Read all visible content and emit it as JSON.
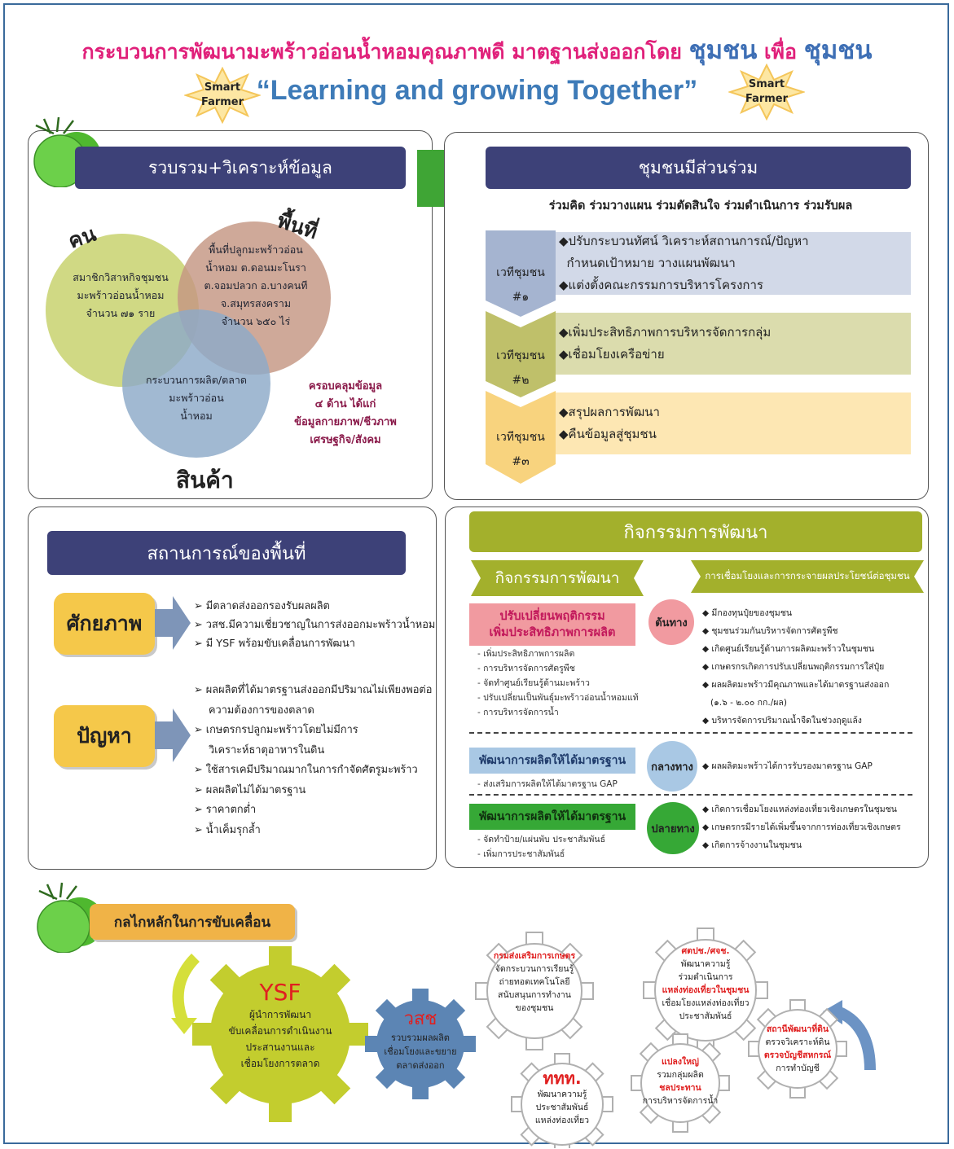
{
  "title": {
    "line1_prefix": "กระบวนการพัฒนามะพร้าวอ่อนน้ำหอมคุณภาพดี มาตฐานส่งออกโดย",
    "line1_community1": "ชุมชน",
    "line1_for": "เพื่อ",
    "line1_community2": "ชุมชน",
    "line2": "“Learning and growing Together”"
  },
  "smart_farmer": {
    "line1": "Smart",
    "line2": "Farmer"
  },
  "panel_collect": {
    "header": "รวบรวม+วิเคราะห์ข้อมูล",
    "label_people": "คน",
    "label_area": "พื้นที่",
    "label_product": "สินค้า",
    "people_text": [
      "สมาชิกวิสาหกิจชุมชน",
      "มะพร้าวอ่อนน้ำหอม",
      "จำนวน ๗๑ ราย"
    ],
    "area_text": [
      "พื้นที่ปลูกมะพร้าวอ่อน",
      "น้ำหอม ต.ดอนมะโนรา",
      "ต.จอมปลวก อ.บางคนที",
      "จ.สมุทรสงคราม",
      "จำนวน ๖๕๐ ไร่"
    ],
    "product_text": [
      "กระบวนการผลิต/ตลาด",
      "มะพร้าวอ่อน",
      "น้ำหอม"
    ],
    "coverage_text": [
      "ครอบคลุมข้อมูล",
      "๔ ด้าน ได้แก่",
      "ข้อมูลกายภาพ/ชีวภาพ",
      "เศรษฐกิจ/สังคม"
    ]
  },
  "panel_participation": {
    "header": "ชุมชนมีส่วนร่วม",
    "subtitle": "ร่วมคิด ร่วมวางแผน ร่วมตัดสินใจ ร่วมดำเนินการ ร่วมรับผล",
    "stages": [
      {
        "label": "เวทีชุมชน",
        "num": "#๑",
        "items": [
          "◆ปรับกระบวนทัศน์ วิเคราะห์สถานการณ์/ปัญหา",
          "  กำหนดเป้าหมาย วางแผนพัฒนา",
          "◆แต่งตั้งคณะกรรมการบริหารโครงการ"
        ]
      },
      {
        "label": "เวทีชุมชน",
        "num": "#๒",
        "items": [
          "◆เพิ่มประสิทธิภาพการบริหารจัดการกลุ่ม",
          "◆เชื่อมโยงเครือข่าย"
        ]
      },
      {
        "label": "เวทีชุมชน",
        "num": "#๓",
        "items": [
          "◆สรุปผลการพัฒนา",
          "◆คืนข้อมูลสู่ชุมชน"
        ]
      }
    ]
  },
  "panel_situation": {
    "header": "สถานการณ์ของพื้นที่",
    "potential_label": "ศักยภาพ",
    "potential_items": [
      "มีตลาดส่งออกรองรับผลผลิต",
      "วสช.มีความเชี่ยวชาญในการส่งออกมะพร้าวน้ำหอม",
      "มี YSF พร้อมขับเคลื่อนการพัฒนา"
    ],
    "problem_label": "ปัญหา",
    "problem_items": [
      "ผลผลิตที่ได้มาตรฐานส่งออกมีปริมาณไม่เพียงพอต่อ",
      "ความต้องการของตลาด",
      "เกษตรกรปลูกมะพร้าวโดยไม่มีการ",
      "วิเคราะห์ธาตุอาหารในดิน",
      "ใช้สารเคมีปริมาณมากในการกำจัดศัตรูมะพร้าว",
      "ผลผลิตไม่ได้มาตรฐาน",
      "ราคาตกต่ำ",
      "น้ำเค็มรุกล้ำ"
    ]
  },
  "panel_activities": {
    "header": "กิจกรรมการพัฒนา",
    "left_header": "กิจกรรมการพัฒนา",
    "right_header": "การเชื่อมโยงและการกระจายผลประโยชน์ต่อชุมชน",
    "upstream": {
      "tag": "ต้นทาง",
      "box_line1": "ปรับเปลี่ยนพฤติกรรม",
      "box_line2": "เพิ่มประสิทธิภาพการผลิต",
      "subs": [
        "- เพิ่มประสิทธิภาพการผลิต",
        "- การบริหารจัดการศัตรูพืช",
        "- จัดทำศูนย์เรียนรู้ด้านมะพร้าว",
        "- ปรับเปลี่ยนเป็นพันธุ์มะพร้าวอ่อนน้ำหอมแท้",
        "- การบริหารจัดการน้ำ"
      ],
      "benefits": [
        "◆ มีกองทุนปุ๋ยของชุมชน",
        "◆ ชุมชนร่วมกันบริหารจัดการศัตรูพืช",
        "◆ เกิดศูนย์เรียนรู้ด้านการผลิตมะพร้าวในชุมชน",
        "◆ เกษตรกรเกิดการปรับเปลี่ยนพฤติกรรมการใส่ปุ๋ย",
        "◆ ผลผลิตมะพร้าวมีคุณภาพและได้มาตรฐานส่งออก",
        "   (๑.๖ - ๒.๐๐ กก./ผล)",
        "◆ บริหารจัดการปริมาณน้ำจืดในช่วงฤดูแล้ง"
      ]
    },
    "midstream": {
      "tag": "กลางทาง",
      "box": "พัฒนาการผลิตให้ได้มาตรฐาน",
      "subs": [
        "- ส่งเสริมการผลิตให้ได้มาตรฐาน GAP"
      ],
      "benefits": [
        "◆ ผลผลิตมะพร้าวได้การรับรองมาตรฐาน GAP"
      ]
    },
    "downstream": {
      "tag": "ปลายทาง",
      "box": "พัฒนาการผลิตให้ได้มาตรฐาน",
      "subs": [
        "- จัดทำป้าย/แผ่นพับ ประชาสัมพันธ์",
        "- เพิ่มการประชาสัมพันธ์"
      ],
      "benefits": [
        "◆ เกิดการเชื่อมโยงแหล่งท่องเที่ยวเชิงเกษตรในชุมชน",
        "◆ เกษตรกรมีรายได้เพิ่มขึ้นจากการท่องเที่ยวเชิงเกษตร",
        "◆ เกิดการจ้างงานในชุมชน"
      ]
    }
  },
  "mechanism": {
    "header": "กลไกหลักในการขับเคลื่อน",
    "gears": [
      {
        "title": "YSF",
        "lines": [
          "ผู้นำการพัฒนา",
          "ขับเคลื่อนการดำเนินงาน",
          "ประสานงานและ",
          "เชื่อมโยงการตลาด"
        ]
      },
      {
        "title": "วสช",
        "lines": [
          "รวบรวมผลผลิต",
          "เชื่อมโยงและขยาย",
          "ตลาดส่งออก"
        ]
      },
      {
        "title": "กรมส่งเสริมการเกษตร",
        "lines": [
          "จัดกระบวนการเรียนรู้",
          "ถ่ายทอดเทคโนโลยี",
          "สนับสนุนการทำงาน",
          "ของชุมชน"
        ]
      },
      {
        "title": "ททท.",
        "lines": [
          "พัฒนาความรู้",
          "ประชาสัมพันธ์",
          "แหล่งท่องเที่ยว"
        ]
      },
      {
        "title": "ศตปช./ศจช.",
        "lines": [
          "พัฒนาความรู้",
          "ร่วมดำเนินการ"
        ],
        "red": "แหล่งท่องเที่ยวในชุมชน",
        "lines2": [
          "เชื่อมโยงแหล่งท่องเที่ยว",
          "ประชาสัมพันธ์"
        ]
      },
      {
        "title": "แปลงใหญ่",
        "lines": [
          "รวมกลุ่มผลิต"
        ],
        "red": "ชลประทาน",
        "lines2": [
          "การบริหารจัดการน้ำ"
        ]
      },
      {
        "title": "สถานีพัฒนาที่ดิน",
        "lines": [
          "ตรวจวิเคราะห์ดิน"
        ],
        "red": "ตรวจบัญชีสหกรณ์",
        "lines2": [
          "การทำบัญชี"
        ]
      }
    ]
  },
  "colors": {
    "title_pink": "#e0207a",
    "title_blue": "#3e6fb5",
    "header_navy": "#3d4178",
    "header_olive": "#a3b02c",
    "stage1_bg": "#d2d9e8",
    "stage2_bg": "#dbdcad",
    "stage3_bg": "#fde7b3",
    "potential_box": "#f5c84a",
    "upstream_pink": "#f19aa0",
    "midstream_blue": "#a9c8e4",
    "downstream_green": "#36a836",
    "gear_olive": "#c3cd2e",
    "gear_blue": "#5c85b4"
  }
}
